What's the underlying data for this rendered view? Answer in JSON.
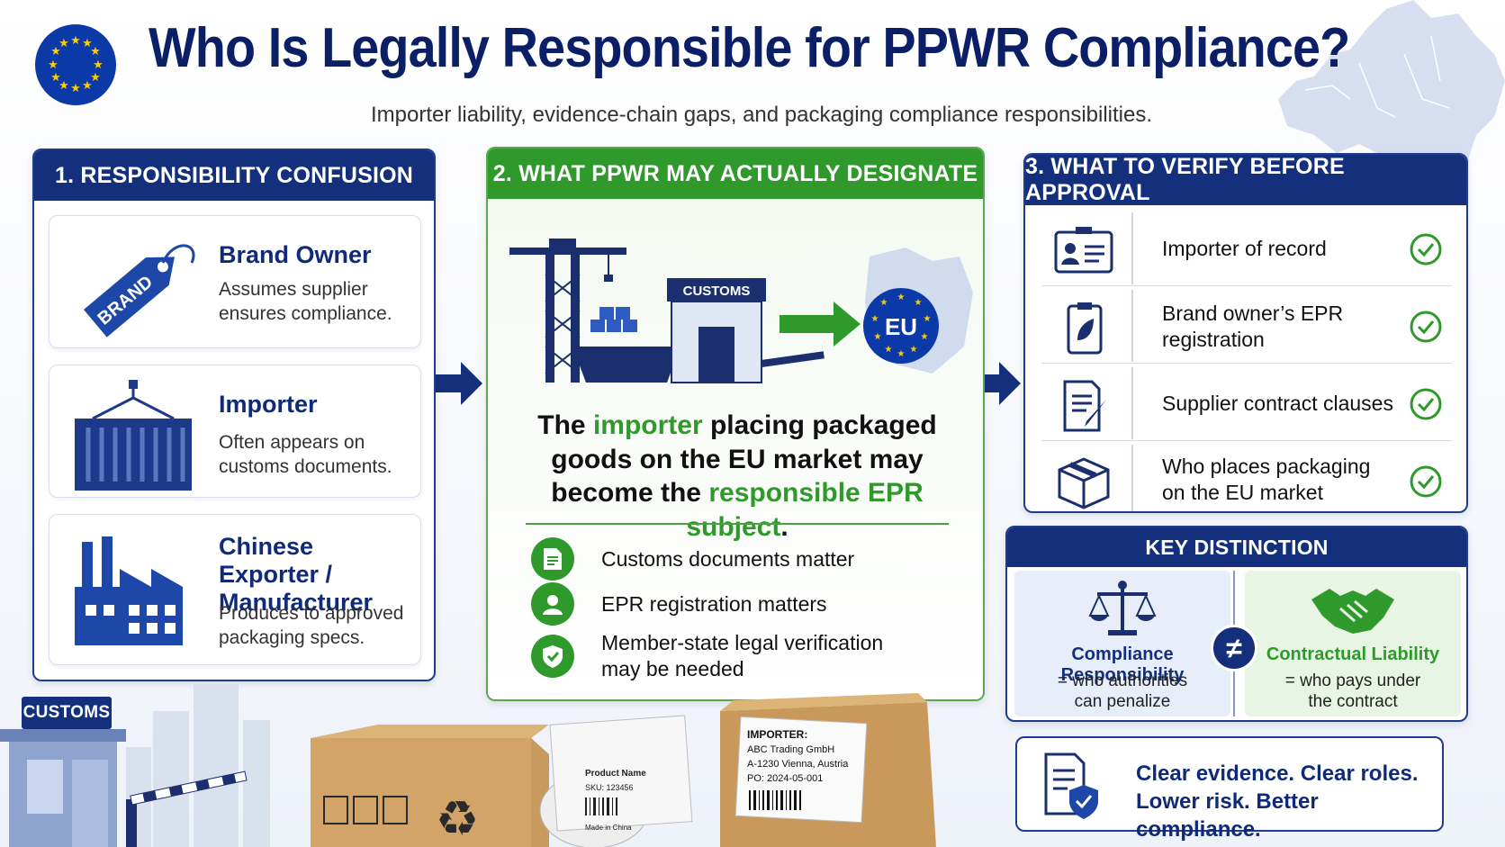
{
  "header": {
    "title": "Who Is Legally Responsible for PPWR Compliance?",
    "subtitle": "Importer liability, evidence-chain gaps, and packaging compliance responsibilities."
  },
  "panel1": {
    "heading": "1. RESPONSIBILITY CONFUSION",
    "cards": [
      {
        "icon": "brand-tag-icon",
        "tag_text": "BRAND",
        "title": "Brand Owner",
        "desc": "Assumes supplier ensures compliance."
      },
      {
        "icon": "shipping-container-icon",
        "title": "Importer",
        "desc": "Often appears on customs documents."
      },
      {
        "icon": "factory-icon",
        "title": "Chinese Exporter / Manufacturer",
        "desc": "Produces to approved packaging specs."
      }
    ]
  },
  "panel2": {
    "heading": "2. WHAT PPWR MAY ACTUALLY DESIGNATE",
    "customs_label": "CUSTOMS",
    "eu_label": "EU",
    "statement": {
      "part1": "The ",
      "highlight1": "importer",
      "part2": " placing packaged goods on the EU market may become the ",
      "highlight2": "responsible EPR subject",
      "part3": "."
    },
    "items": [
      {
        "icon": "document-icon",
        "text": "Customs documents matter"
      },
      {
        "icon": "person-icon",
        "text": "EPR registration matters"
      },
      {
        "icon": "shield-check-icon",
        "text": "Member-state legal verification may be needed"
      }
    ]
  },
  "panel3": {
    "heading": "3. WHAT TO VERIFY BEFORE APPROVAL",
    "rows": [
      {
        "icon": "id-card-icon",
        "text": "Importer of record"
      },
      {
        "icon": "clipboard-leaf-icon",
        "text": "Brand owner’s EPR registration"
      },
      {
        "icon": "contract-pen-icon",
        "text": "Supplier contract clauses"
      },
      {
        "icon": "package-box-icon",
        "text": "Who places packaging on the EU market"
      }
    ]
  },
  "key_distinction": {
    "heading": "KEY DISTINCTION",
    "left": {
      "icon": "scales-icon",
      "title": "Compliance Responsibility",
      "desc": "= who authorities can penalize"
    },
    "symbol": "≠",
    "right": {
      "icon": "handshake-icon",
      "title": "Contractual Liability",
      "desc": "= who pays under the contract"
    }
  },
  "footer": {
    "line1": "Clear evidence. Clear roles.",
    "line2": "Lower risk. Better compliance."
  },
  "scene": {
    "customs_sign": "CUSTOMS",
    "label_product": "Product Name",
    "label_sku": "SKU: 123456",
    "label_origin": "Made in China",
    "importer_label": "IMPORTER:",
    "importer_name": "ABC Trading GmbH",
    "importer_address": "A-1230 Vienna, Austria",
    "importer_po": "PO: 2024-05-001"
  },
  "colors": {
    "navy": "#14307d",
    "green": "#2f9a2b",
    "eu_yellow": "#ffcc00"
  }
}
